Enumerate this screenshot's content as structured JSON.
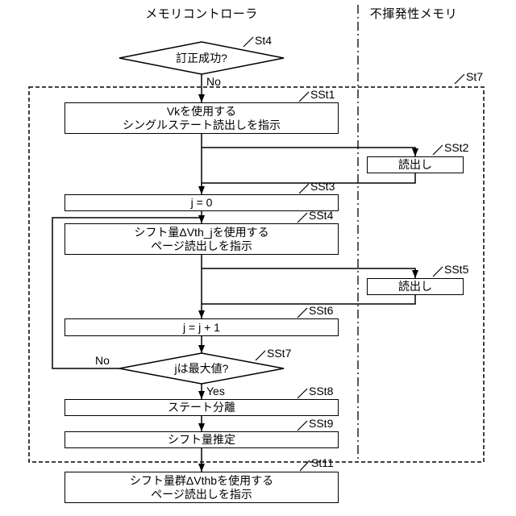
{
  "diagram": {
    "colors": {
      "ink": "#000000",
      "background": "#ffffff"
    },
    "columns": {
      "left": "メモリコントローラ",
      "right": "不揮発性メモリ"
    },
    "nodes": {
      "st4": {
        "label": "St4",
        "text": "訂正成功?"
      },
      "group_st7": {
        "label": "St7"
      },
      "sst1": {
        "label": "SSt1",
        "line1": "Vkを使用する",
        "line2": "シングルステート読出しを指示"
      },
      "sst2": {
        "label": "SSt2",
        "text": "読出し"
      },
      "sst3": {
        "label": "SSt3",
        "text": "j = 0"
      },
      "sst4": {
        "label": "SSt4",
        "line1": "シフト量ΔVth_jを使用する",
        "line2": "ページ読出しを指示"
      },
      "sst5": {
        "label": "SSt5",
        "text": "読出し"
      },
      "sst6": {
        "label": "SSt6",
        "text": "j = j + 1"
      },
      "sst7": {
        "label": "SSt7",
        "text": "jは最大値?"
      },
      "sst8": {
        "label": "SSt8",
        "text": "ステート分離"
      },
      "sst9": {
        "label": "SSt9",
        "text": "シフト量推定"
      },
      "st11": {
        "label": "St11",
        "line1": "シフト量群ΔVthbを使用する",
        "line2": "ページ読出しを指示"
      }
    },
    "edges": {
      "st4_no": "No",
      "sst7_no": "No",
      "sst7_yes": "Yes"
    }
  }
}
